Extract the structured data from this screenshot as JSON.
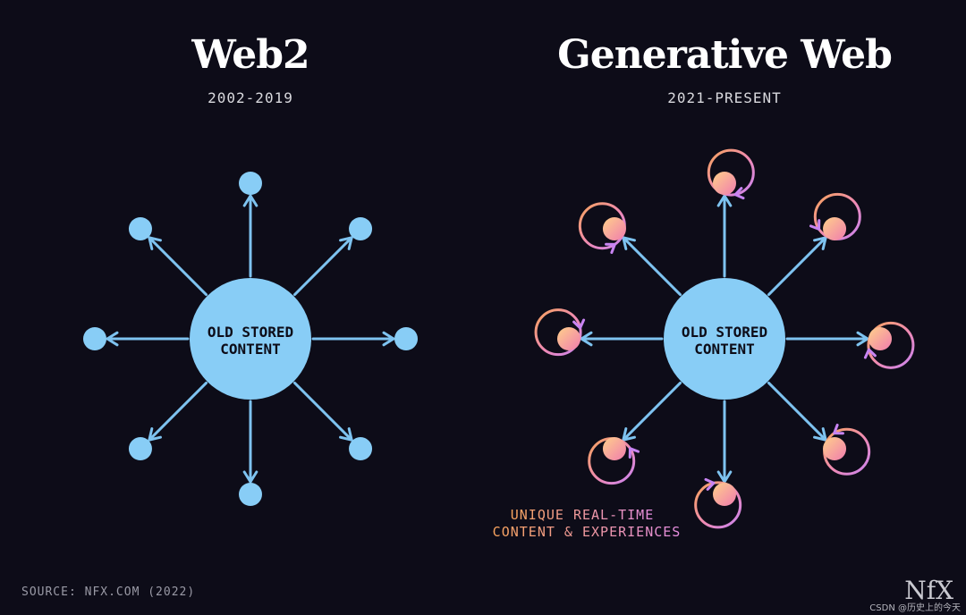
{
  "panels": [
    {
      "title": "Web2",
      "years": "2002-2019",
      "hub_line1": "OLD STORED",
      "hub_line2": "CONTENT",
      "node_style": "static"
    },
    {
      "title": "Generative Web",
      "years": "2021-PRESENT",
      "hub_line1": "OLD STORED",
      "hub_line2": "CONTENT",
      "node_style": "regenerating"
    }
  ],
  "caption": {
    "line1": "UNIQUE REAL-TIME",
    "line2": "CONTENT & EXPERIENCES"
  },
  "source": "SOURCE: NFX.COM (2022)",
  "logo": "NfX",
  "watermark": "CSDN @历史上的今天",
  "colors": {
    "background": "#0d0c18",
    "hub": "#88cdf6",
    "arrow": "#7ec3f0",
    "node_static": "#88cdf6",
    "gradient_orange": "#f7a35c",
    "gradient_pink": "#e27ac7",
    "gradient_violet": "#c884f2",
    "node_warm_light": "#ffd08a"
  }
}
